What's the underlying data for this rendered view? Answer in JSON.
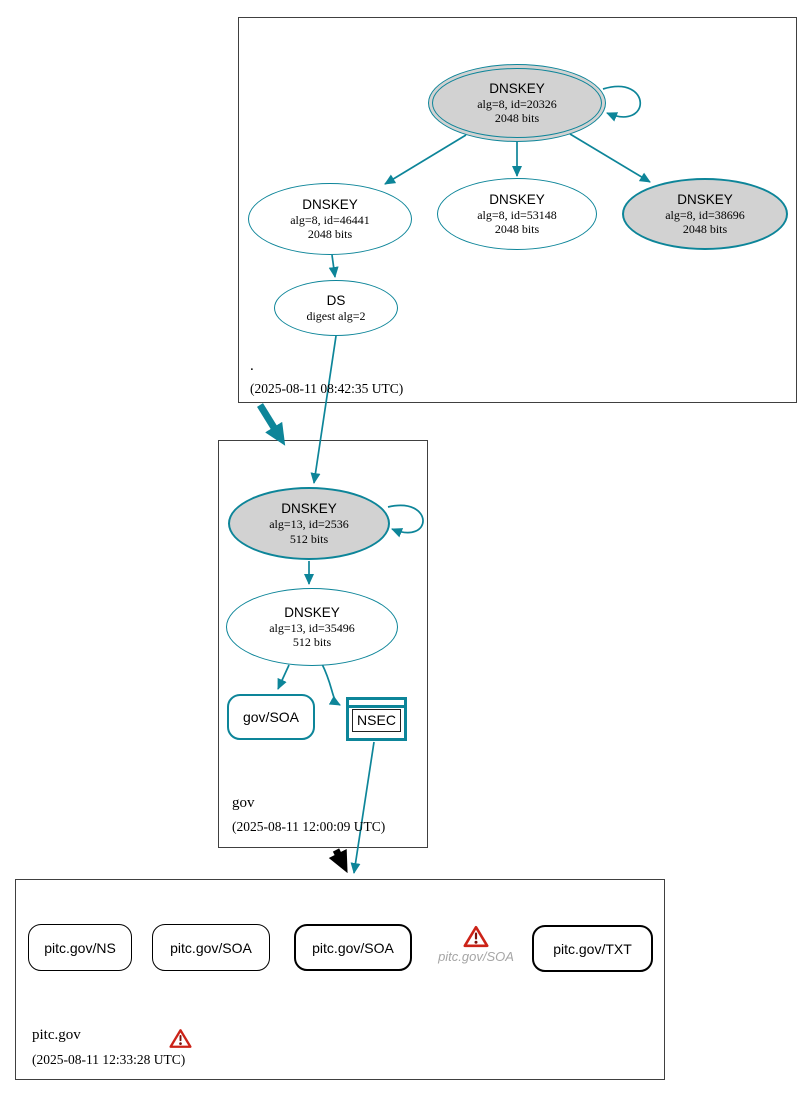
{
  "colors": {
    "secure_teal": "#0d8599",
    "node_fill_gray": "#d2d2d2",
    "warning_red": "#cc2318",
    "muted_text": "#a6a6a6",
    "zone_border": "#404040",
    "delegation_black": "#000000"
  },
  "zones": {
    "root": {
      "label": ".",
      "timestamp": "(2025-08-11 08:42:35 UTC)"
    },
    "gov": {
      "label": "gov",
      "timestamp": "(2025-08-11 12:00:09 UTC)"
    },
    "pitc_gov": {
      "label": "pitc.gov",
      "timestamp": "(2025-08-11 12:33:28 UTC)"
    }
  },
  "nodes": {
    "root_ksk_20326": {
      "title": "DNSKEY",
      "detail": "alg=8, id=20326",
      "size": "2048 bits"
    },
    "root_zsk_46441": {
      "title": "DNSKEY",
      "detail": "alg=8, id=46441",
      "size": "2048 bits"
    },
    "root_zsk_53148": {
      "title": "DNSKEY",
      "detail": "alg=8, id=53148",
      "size": "2048 bits"
    },
    "root_ksk_38696": {
      "title": "DNSKEY",
      "detail": "alg=8, id=38696",
      "size": "2048 bits"
    },
    "root_ds": {
      "title": "DS",
      "detail": "digest alg=2"
    },
    "gov_ksk_2536": {
      "title": "DNSKEY",
      "detail": "alg=13, id=2536",
      "size": "512 bits"
    },
    "gov_zsk_35496": {
      "title": "DNSKEY",
      "detail": "alg=13, id=35496",
      "size": "512 bits"
    },
    "gov_soa": {
      "label": "gov/SOA"
    },
    "gov_nsec": {
      "label": "NSEC"
    },
    "pitc_ns": {
      "label": "pitc.gov/NS"
    },
    "pitc_soa_1": {
      "label": "pitc.gov/SOA"
    },
    "pitc_soa_2": {
      "label": "pitc.gov/SOA"
    },
    "pitc_soa_warned": {
      "label": "pitc.gov/SOA"
    },
    "pitc_txt": {
      "label": "pitc.gov/TXT"
    }
  }
}
